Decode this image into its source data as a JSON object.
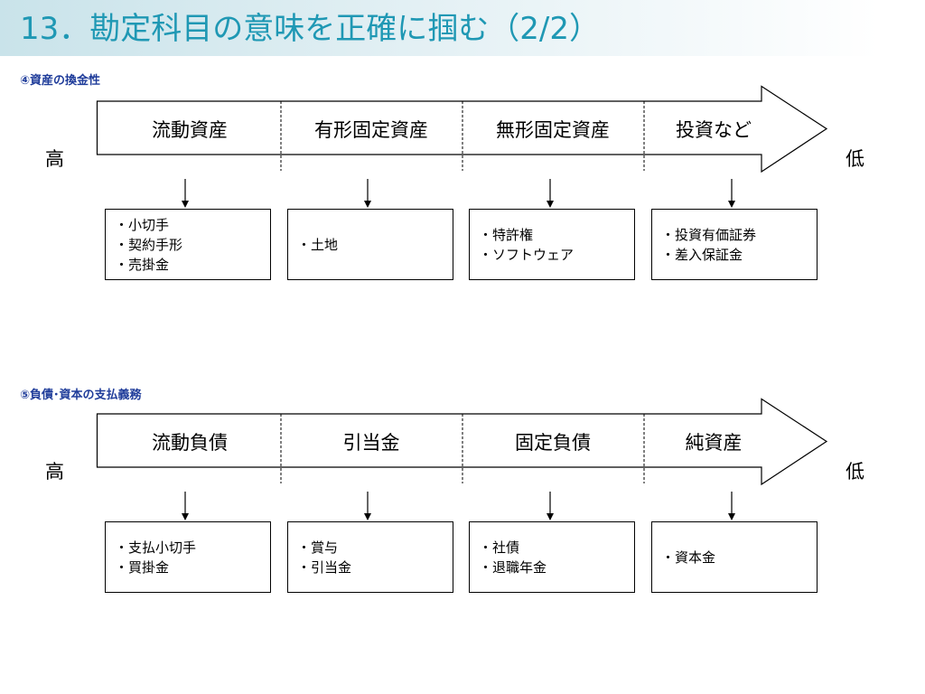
{
  "title": "13．勘定科目の意味を正確に掴む（2/2）",
  "sections": [
    {
      "label": "④資産の換金性",
      "high": "高",
      "low": "低",
      "segments": [
        "流動資産",
        "有形固定資産",
        "無形固定資産",
        "投資など"
      ],
      "boxes": [
        [
          "・小切手",
          "・契約手形",
          "・売掛金"
        ],
        [
          "・土地"
        ],
        [
          "・特許権",
          "・ソフトウェア"
        ],
        [
          "・投資有価証券",
          "・差入保証金"
        ]
      ]
    },
    {
      "label": "⑤負債･資本の支払義務",
      "high": "高",
      "low": "低",
      "segments": [
        "流動負債",
        "引当金",
        "固定負債",
        "純資産"
      ],
      "boxes": [
        [
          "・支払小切手",
          "・買掛金"
        ],
        [
          "・賞与",
          "・引当金"
        ],
        [
          "・社債",
          "・退職年金"
        ],
        [
          "・資本金"
        ]
      ]
    }
  ]
}
